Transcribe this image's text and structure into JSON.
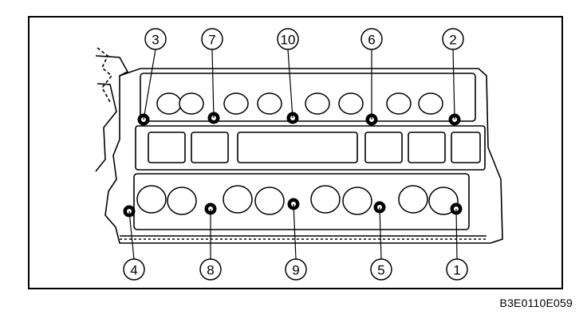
{
  "figure_code": "B3E0110E059",
  "colors": {
    "line": "#000000",
    "background": "#ffffff"
  },
  "callouts": {
    "top": [
      {
        "id": "bolt-3",
        "label": "3"
      },
      {
        "id": "bolt-7",
        "label": "7"
      },
      {
        "id": "bolt-10",
        "label": "10"
      },
      {
        "id": "bolt-6",
        "label": "6"
      },
      {
        "id": "bolt-2",
        "label": "2"
      }
    ],
    "bottom": [
      {
        "id": "bolt-4",
        "label": "4"
      },
      {
        "id": "bolt-8",
        "label": "8"
      },
      {
        "id": "bolt-9",
        "label": "9"
      },
      {
        "id": "bolt-5",
        "label": "5"
      },
      {
        "id": "bolt-1",
        "label": "1"
      }
    ]
  }
}
